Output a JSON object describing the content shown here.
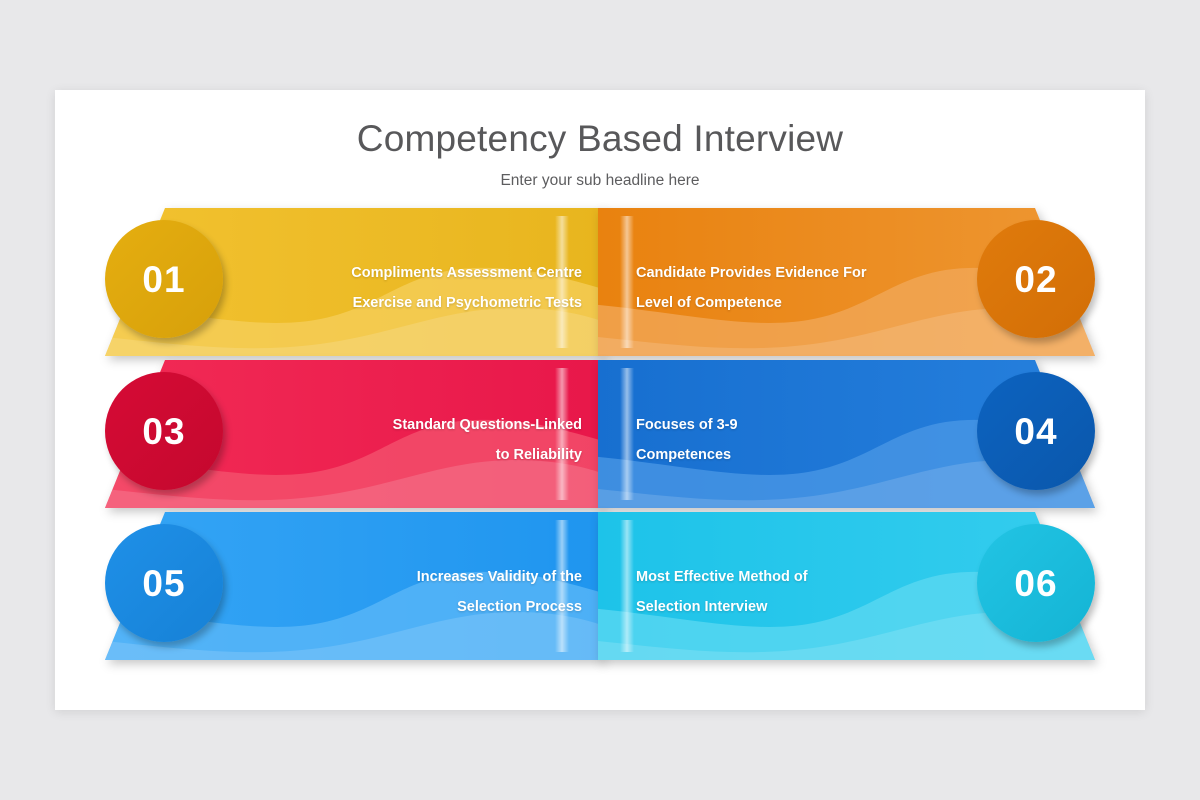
{
  "header": {
    "title": "Competency Based Interview",
    "subtitle": "Enter your sub headline here"
  },
  "colors": {
    "background": "#e8e8ea",
    "card": "#ffffff",
    "title_text": "#58585a",
    "subtitle_text": "#5d5d5f",
    "item_text": "#ffffff"
  },
  "items": [
    {
      "number": "01",
      "side": "left",
      "band_color": "#f2c230",
      "band_color_dark": "#e8b51e",
      "wave_color": "#f6cf5c",
      "circle_color": "#e5ae10",
      "circle_color_dark": "#d7a00a",
      "line1": "Compliments Assessment Centre",
      "line2": "Exercise and Psychometric Tests"
    },
    {
      "number": "02",
      "side": "right",
      "band_color": "#ee9733",
      "band_color_dark": "#e9820f",
      "wave_color": "#f2a859",
      "circle_color": "#e07b0c",
      "circle_color_dark": "#d26e06",
      "line1": "Candidate Provides Evidence For",
      "line2": "Level of Competence"
    },
    {
      "number": "03",
      "side": "left",
      "band_color": "#f22b55",
      "band_color_dark": "#e8174a",
      "wave_color": "#f4546f",
      "circle_color": "#d60b35",
      "circle_color_dark": "#c4082e",
      "line1": "Standard Questions-Linked",
      "line2": "to Reliability"
    },
    {
      "number": "04",
      "side": "right",
      "band_color": "#2680dd",
      "band_color_dark": "#176fd0",
      "wave_color": "#4b98e6",
      "circle_color": "#0d63c0",
      "circle_color_dark": "#0a57ab",
      "line1": "Focuses of 3-9",
      "line2": "Competences"
    },
    {
      "number": "05",
      "side": "left",
      "band_color": "#35a5f5",
      "band_color_dark": "#1f95ef",
      "wave_color": "#5cb8f8",
      "circle_color": "#1f90e8",
      "circle_color_dark": "#1681d6",
      "line1": "Increases Validity of the",
      "line2": "Selection Process"
    },
    {
      "number": "06",
      "side": "right",
      "band_color": "#35cdee",
      "band_color_dark": "#1dc3e9",
      "wave_color": "#5cd8f2",
      "circle_color": "#22c4e4",
      "circle_color_dark": "#14b4d4",
      "line1": "Most Effective Method of",
      "line2": "Selection Interview"
    }
  ]
}
